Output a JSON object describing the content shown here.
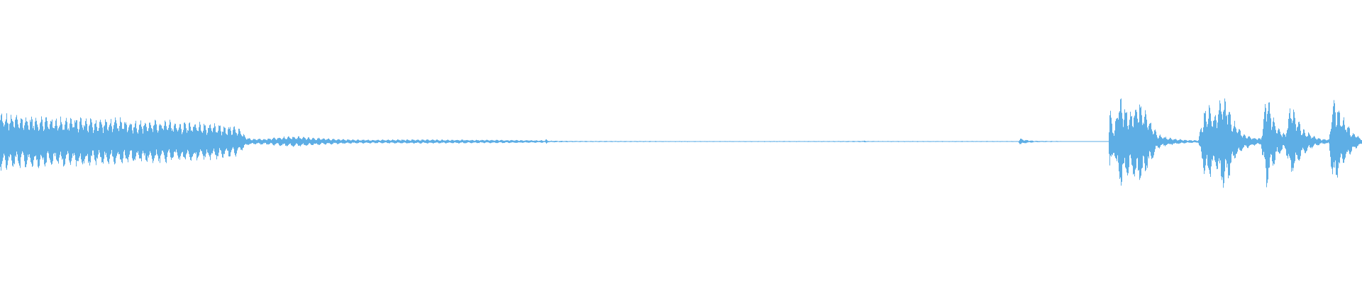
{
  "waveform": {
    "color": "#5eaee5",
    "background": "#ffffff",
    "amplitude_envelope": [
      [
        0.0,
        0.19
      ],
      [
        0.005,
        0.18
      ],
      [
        0.01,
        0.18
      ],
      [
        0.02,
        0.17
      ],
      [
        0.03,
        0.17
      ],
      [
        0.04,
        0.16
      ],
      [
        0.05,
        0.16
      ],
      [
        0.06,
        0.16
      ],
      [
        0.07,
        0.15
      ],
      [
        0.08,
        0.15
      ],
      [
        0.09,
        0.15
      ],
      [
        0.1,
        0.14
      ],
      [
        0.11,
        0.14
      ],
      [
        0.12,
        0.14
      ],
      [
        0.13,
        0.13
      ],
      [
        0.14,
        0.13
      ],
      [
        0.15,
        0.12
      ],
      [
        0.16,
        0.11
      ],
      [
        0.17,
        0.1
      ],
      [
        0.175,
        0.09
      ],
      [
        0.178,
        0.06
      ],
      [
        0.18,
        0.03
      ],
      [
        0.185,
        0.02
      ],
      [
        0.195,
        0.02
      ],
      [
        0.205,
        0.03
      ],
      [
        0.215,
        0.035
      ],
      [
        0.225,
        0.03
      ],
      [
        0.235,
        0.022
      ],
      [
        0.245,
        0.018
      ],
      [
        0.26,
        0.013
      ],
      [
        0.28,
        0.012
      ],
      [
        0.3,
        0.014
      ],
      [
        0.32,
        0.013
      ],
      [
        0.34,
        0.012
      ],
      [
        0.36,
        0.011
      ],
      [
        0.38,
        0.01
      ],
      [
        0.4,
        0.008
      ],
      [
        0.401,
        0.02
      ],
      [
        0.402,
        0.006
      ],
      [
        0.42,
        0.004
      ],
      [
        0.5,
        0.003
      ],
      [
        0.6,
        0.003
      ],
      [
        0.634,
        0.004
      ],
      [
        0.635,
        0.008
      ],
      [
        0.636,
        0.003
      ],
      [
        0.7,
        0.003
      ],
      [
        0.748,
        0.003
      ],
      [
        0.749,
        0.025
      ],
      [
        0.752,
        0.012
      ],
      [
        0.76,
        0.005
      ],
      [
        0.775,
        0.003
      ],
      [
        0.79,
        0.002
      ],
      [
        0.805,
        0.0
      ],
      [
        0.814,
        0.0
      ],
      [
        0.815,
        0.22
      ],
      [
        0.818,
        0.08
      ],
      [
        0.822,
        0.3
      ],
      [
        0.826,
        0.24
      ],
      [
        0.83,
        0.2
      ],
      [
        0.834,
        0.26
      ],
      [
        0.838,
        0.28
      ],
      [
        0.842,
        0.2
      ],
      [
        0.846,
        0.12
      ],
      [
        0.85,
        0.05
      ],
      [
        0.856,
        0.03
      ],
      [
        0.862,
        0.02
      ],
      [
        0.87,
        0.012
      ],
      [
        0.88,
        0.008
      ],
      [
        0.884,
        0.2
      ],
      [
        0.888,
        0.26
      ],
      [
        0.892,
        0.16
      ],
      [
        0.896,
        0.28
      ],
      [
        0.9,
        0.3
      ],
      [
        0.904,
        0.2
      ],
      [
        0.908,
        0.1
      ],
      [
        0.914,
        0.05
      ],
      [
        0.92,
        0.03
      ],
      [
        0.926,
        0.02
      ],
      [
        0.93,
        0.32
      ],
      [
        0.934,
        0.2
      ],
      [
        0.938,
        0.1
      ],
      [
        0.944,
        0.05
      ],
      [
        0.948,
        0.26
      ],
      [
        0.952,
        0.16
      ],
      [
        0.958,
        0.08
      ],
      [
        0.964,
        0.04
      ],
      [
        0.97,
        0.02
      ],
      [
        0.976,
        0.015
      ],
      [
        0.979,
        0.31
      ],
      [
        0.983,
        0.22
      ],
      [
        0.988,
        0.14
      ],
      [
        0.993,
        0.07
      ],
      [
        0.997,
        0.04
      ],
      [
        1.0,
        0.02
      ]
    ]
  }
}
